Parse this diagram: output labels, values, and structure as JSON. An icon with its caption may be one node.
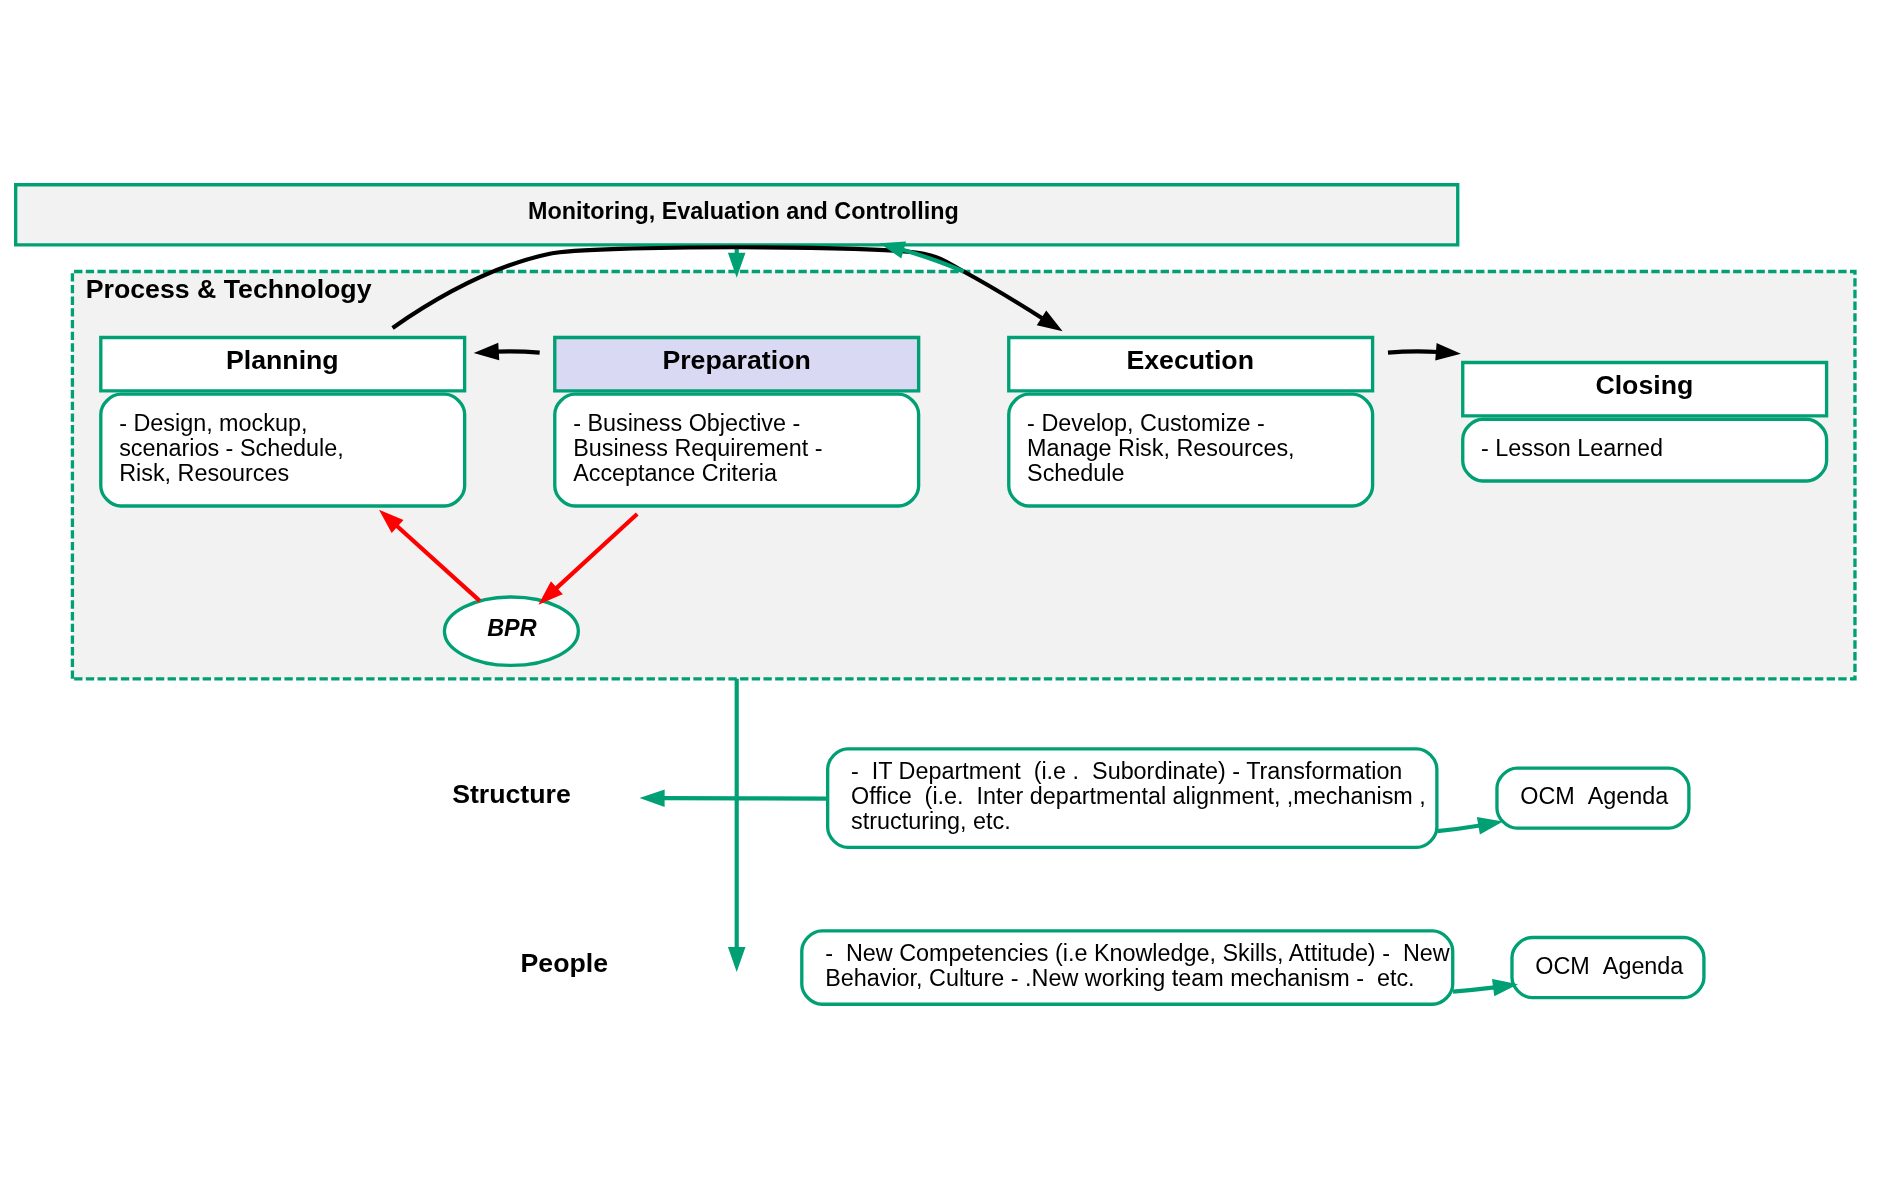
{
  "diagram": {
    "nodes": [
      {
        "text": [
          "Monitoring, Evaluation and Controlling"
        ]
      },
      {
        "text": [
          "Process & Technology"
        ]
      },
      {
        "text": [
          "Preparation",
          "- Business Objective - Business Requirement - Acceptance Criteria"
        ],
        "in": 1
      },
      {
        "text": [
          "Planning",
          "- Design, mockup, scenarios - Schedule, Risk, Resources"
        ],
        "in": 1
      },
      {
        "text": [
          "Execution",
          "- Develop, Customize - Manage Risk, Resources, Schedule"
        ],
        "in": 1
      },
      {
        "text": [
          "Closing",
          "- Lesson Learned"
        ],
        "in": 1
      },
      {
        "text": [
          "BPR"
        ],
        "in": 1
      },
      {
        "text": [
          "-  IT Department  (i.e .  Subordinate) - Transformation Office  (i.e.  Inter departmental alignment, ,mechanism , structuring, etc."
        ]
      },
      {
        "text": [
          "OCM  Agenda"
        ]
      },
      {
        "text": [
          "-  New Competencies (i.e Knowledge, Skills, Attitude) -  New Behavior, Culture - .New working team mechanism -  etc."
        ]
      },
      {
        "text": [
          "OCM  Agenda"
        ]
      }
    ],
    "edges": [
      {
        "from": 0,
        "to": 1,
        "arrow": "to"
      },
      {
        "from": 1,
        "to": 0,
        "arrow": "to"
      },
      {
        "from": 2,
        "to": 3,
        "arrow": "to",
        "color": "#000000"
      },
      {
        "from": 3,
        "to": 4,
        "arrow": "to",
        "color": "#000000"
      },
      {
        "from": 4,
        "to": 5,
        "arrow": "to",
        "color": "#000000"
      },
      {
        "from": 2,
        "to": 6,
        "arrow": "to",
        "color": "#ff0000"
      },
      {
        "from": 6,
        "to": 3,
        "arrow": "to",
        "color": "#ff0000"
      },
      {
        "from": 1,
        "to": null,
        "arrow": "to"
      },
      {
        "from": 7,
        "to": null,
        "arrow": "to"
      },
      {
        "from": 7,
        "to": 8,
        "arrow": "to"
      },
      {
        "from": 9,
        "to": 10,
        "arrow": "to"
      }
    ],
    "labels": [
      "Structure",
      "People"
    ]
  }
}
